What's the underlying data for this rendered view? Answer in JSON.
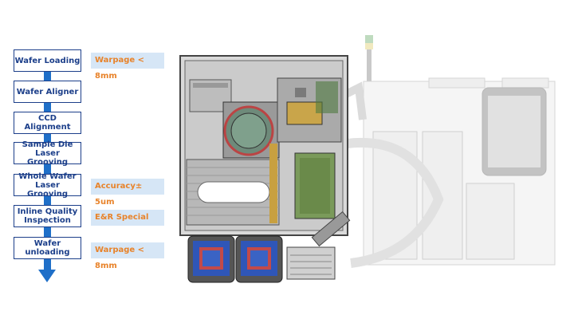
{
  "process": {
    "steps": [
      {
        "label": "Wafer Loading"
      },
      {
        "label": "Wafer Aligner"
      },
      {
        "label": "CCD Alignment"
      },
      {
        "label": "Sample Die\nLaser Grooving"
      },
      {
        "label": "Whole Wafer\nLaser Grooving"
      },
      {
        "label": "Inline Quality\nInspection"
      },
      {
        "label": "Wafer unloading"
      }
    ],
    "notes": {
      "loading": "Warpage < 8mm",
      "grooving": "Accuracy± 5um",
      "inspection": "E&R Special",
      "unloading": "Warpage < 8mm"
    }
  },
  "colors": {
    "box_border": "#1c3f8a",
    "arrow": "#1f6fc8",
    "note_bg": "#d6e6f6",
    "note_text": "#e8832a"
  }
}
